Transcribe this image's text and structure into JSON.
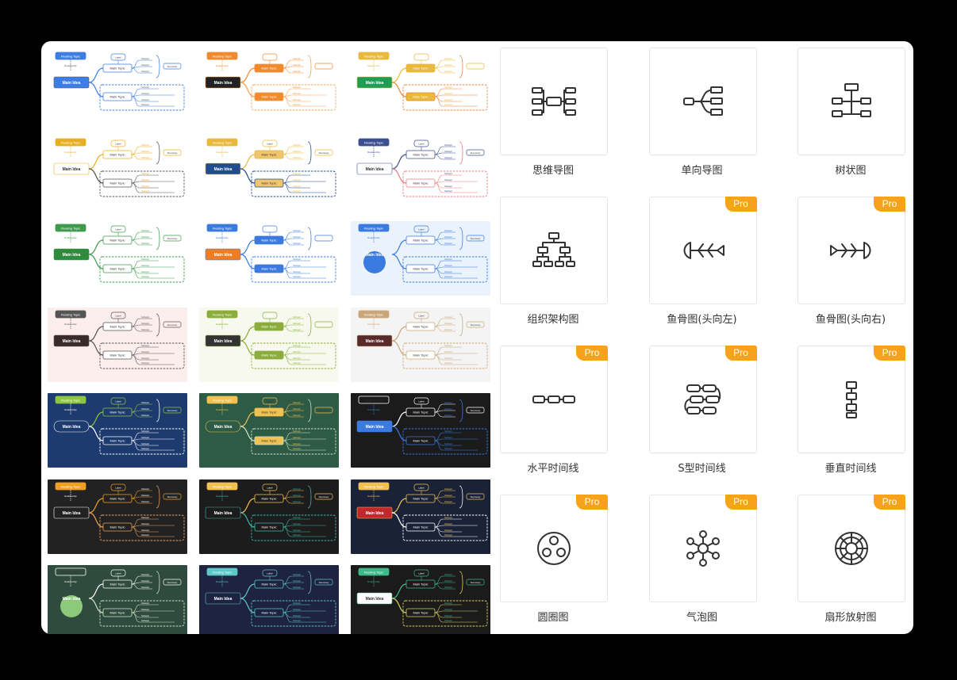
{
  "thumbnail_text": {
    "main_idea": "Main Idea",
    "main_topic": "Main Topic",
    "floating_topic": "Floating Topic",
    "label": "Label",
    "relationship": "Relationship",
    "subtopic": "Subtopic",
    "summary": "Summary"
  },
  "themes": [
    {
      "bg": "#ffffff",
      "root": "#3d7ee6",
      "rootText": "#ffffff",
      "line": "#555555",
      "acc1": "#3d7ee6",
      "acc2": "#3d7ee6",
      "box": "#ffffff",
      "boxText": "#333333"
    },
    {
      "bg": "#ffffff",
      "root": "#222222",
      "rootText": "#ffffff",
      "line": "#f08a2d",
      "acc1": "#f08a2d",
      "acc2": "#f5a04a",
      "box": "#f08a2d",
      "boxText": "#ffffff"
    },
    {
      "bg": "#ffffff",
      "root": "#1f9d55",
      "rootText": "#ffffff",
      "line": "#e8b93b",
      "acc1": "#e8b93b",
      "acc2": "#e7853a",
      "box": "#e8b93b",
      "boxText": "#ffffff"
    },
    {
      "bg": "#ffffff",
      "root": "#ffffff",
      "rootText": "#333333",
      "line": "#e8b020",
      "acc1": "#e8b020",
      "acc2": "#555555",
      "box": "#ffffff",
      "boxText": "#333333"
    },
    {
      "bg": "#ffffff",
      "root": "#1f4d8f",
      "rootText": "#ffffff",
      "line": "#e8b93b",
      "acc1": "#e8b93b",
      "acc2": "#1f4d8f",
      "box": "#f1c56b",
      "boxText": "#333333"
    },
    {
      "bg": "#ffffff",
      "root": "#ffffff",
      "rootText": "#333333",
      "line": "#3b4f91",
      "acc1": "#3b4f91",
      "acc2": "#e77f7f",
      "box": "#ffffff",
      "boxText": "#333333"
    },
    {
      "bg": "#ffffff",
      "root": "#2f8a3c",
      "rootText": "#ffffff",
      "line": "#3f9a4c",
      "acc1": "#3f9a4c",
      "acc2": "#3f9a4c",
      "box": "#ffffff",
      "boxText": "#333333"
    },
    {
      "bg": "#ffffff",
      "root": "#f07d22",
      "rootText": "#ffffff",
      "line": "#3b7be0",
      "acc1": "#3b7be0",
      "acc2": "#3b7be0",
      "box": "#3b7be0",
      "boxText": "#ffffff"
    },
    {
      "bg": "#eaf3fc",
      "root": "#3b7be0",
      "rootText": "#ffffff",
      "line": "#3b7be0",
      "acc1": "#3b7be0",
      "acc2": "#3b7be0",
      "box": "#ffffff",
      "boxText": "#333333"
    },
    {
      "bg": "#fdeeee",
      "root": "#3a2a2a",
      "rootText": "#ffffff",
      "line": "#555555",
      "acc1": "#555555",
      "acc2": "#555555",
      "box": "#ffffff",
      "boxText": "#333333"
    },
    {
      "bg": "#f7f9ee",
      "root": "#333333",
      "rootText": "#ffffff",
      "line": "#8aad3b",
      "acc1": "#8aad3b",
      "acc2": "#8aad3b",
      "box": "#8aad3b",
      "boxText": "#ffffff"
    },
    {
      "bg": "#f4f4f4",
      "root": "#5a2a2a",
      "rootText": "#ffffff",
      "line": "#c9a77a",
      "acc1": "#c9a77a",
      "acc2": "#c9a77a",
      "box": "#ffffff",
      "boxText": "#333333"
    },
    {
      "bg": "#1e3b70",
      "root": "#1e3b70",
      "rootText": "#ffffff",
      "line": "#ffffff",
      "acc1": "#8dc63f",
      "acc2": "#ffffff",
      "box": "#1e3b70",
      "boxText": "#ffffff"
    },
    {
      "bg": "#2d5b45",
      "root": "#2d5b45",
      "rootText": "#ffffff",
      "line": "#f0c050",
      "acc1": "#f0c050",
      "acc2": "#cfe5c8",
      "box": "#f0c050",
      "boxText": "#333333"
    },
    {
      "bg": "#1b1b1b",
      "root": "#3b7be0",
      "rootText": "#ffffff",
      "line": "#3b7be0",
      "acc1": "#ffffff",
      "acc2": "#3b7be0",
      "box": "#1b1b1b",
      "boxText": "#ffffff"
    },
    {
      "bg": "#222222",
      "root": "#222222",
      "rootText": "#ffffff",
      "line": "#ffffff",
      "acc1": "#f0a020",
      "acc2": "#e8a060",
      "box": "#222222",
      "boxText": "#ffffff"
    },
    {
      "bg": "#1c1c1c",
      "root": "#1c1c1c",
      "rootText": "#ffffff",
      "line": "#3fb8a8",
      "acc1": "#f0c050",
      "acc2": "#3fb8a8",
      "box": "#1c1c1c",
      "boxText": "#ffffff"
    },
    {
      "bg": "#1a2238",
      "root": "#c0282e",
      "rootText": "#ffffff",
      "line": "#f0c050",
      "acc1": "#f0c050",
      "acc2": "#ffffff",
      "box": "#1a2238",
      "boxText": "#ffffff"
    },
    {
      "bg": "#2f4a3f",
      "root": "#8cc97a",
      "rootText": "#ffffff",
      "line": "#ffffff",
      "acc1": "#ffffff",
      "acc2": "#cfe5c8",
      "box": "#2f4a3f",
      "boxText": "#ffffff"
    },
    {
      "bg": "#1d2340",
      "root": "#1d2340",
      "rootText": "#ffffff",
      "line": "#5ec8c8",
      "acc1": "#5ec8c8",
      "acc2": "#5ec8c8",
      "box": "#1d2340",
      "boxText": "#ffffff"
    },
    {
      "bg": "#1b1b1b",
      "root": "#ffffff",
      "rootText": "#333333",
      "line": "#3fb88a",
      "acc1": "#3fb88a",
      "acc2": "#d8d060",
      "box": "#1b1b1b",
      "boxText": "#ffffff"
    }
  ],
  "structures": [
    {
      "label": "思维导图",
      "icon": "mindmap-icon",
      "pro": false
    },
    {
      "label": "单向导图",
      "icon": "logic-chart-icon",
      "pro": false
    },
    {
      "label": "树状图",
      "icon": "tree-chart-icon",
      "pro": false
    },
    {
      "label": "组织架构图",
      "icon": "org-chart-icon",
      "pro": false
    },
    {
      "label": "鱼骨图(头向左)",
      "icon": "fishbone-left-icon",
      "pro": true
    },
    {
      "label": "鱼骨图(头向右)",
      "icon": "fishbone-right-icon",
      "pro": true
    },
    {
      "label": "水平时间线",
      "icon": "horizontal-timeline-icon",
      "pro": true
    },
    {
      "label": "S型时间线",
      "icon": "s-timeline-icon",
      "pro": true
    },
    {
      "label": "垂直时间线",
      "icon": "vertical-timeline-icon",
      "pro": true
    },
    {
      "label": "圆圈图",
      "icon": "circle-chart-icon",
      "pro": true
    },
    {
      "label": "气泡图",
      "icon": "bubble-chart-icon",
      "pro": true
    },
    {
      "label": "扇形放射图",
      "icon": "radial-chart-icon",
      "pro": true
    }
  ],
  "pro_badge": "Pro"
}
